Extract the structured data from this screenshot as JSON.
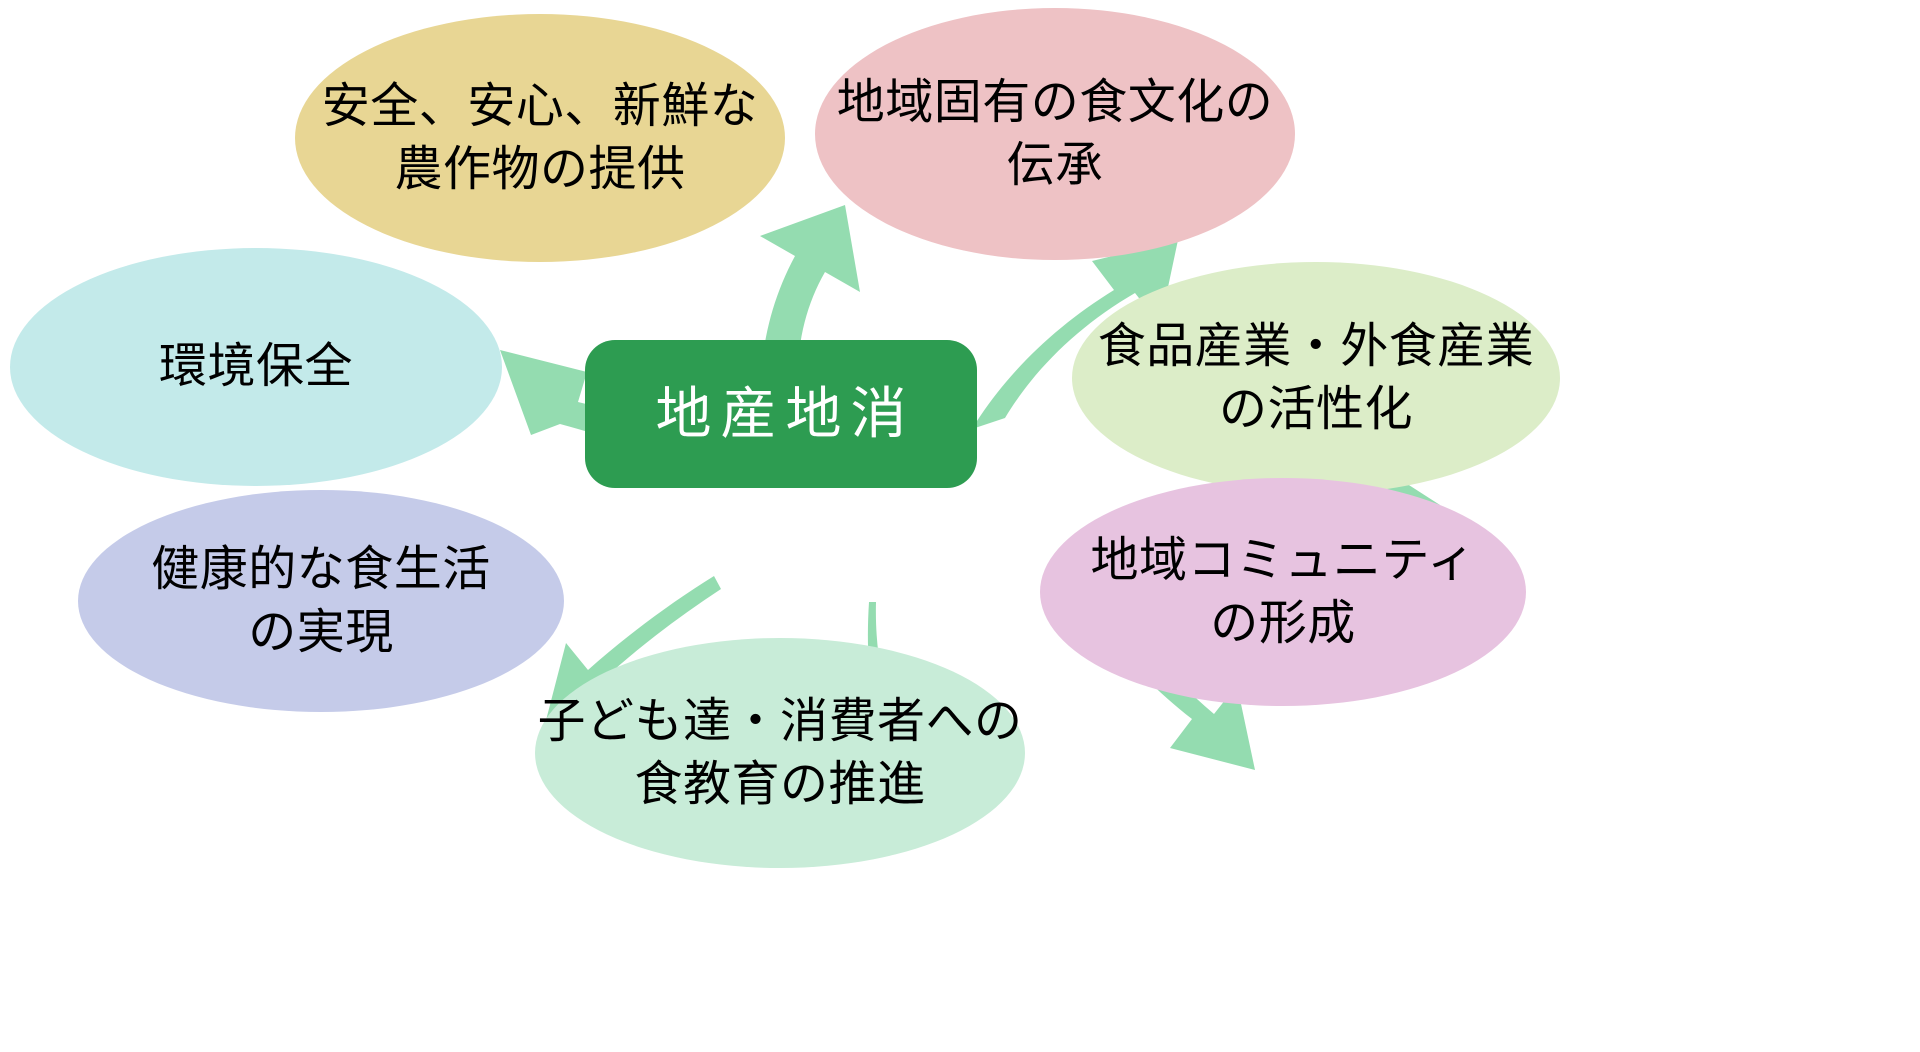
{
  "diagram": {
    "title": "地産地消",
    "center": {
      "label": "地産地消",
      "fill": "#2d9c51",
      "text_color": "#ffffff"
    },
    "arrow_color": "#94dcb0",
    "background": "#ffffff",
    "nodes": [
      {
        "id": "safe-fresh-produce",
        "label": "安全、安心、新鮮な\n農作物の提供",
        "fill": "#e8d694",
        "direction": "up-left"
      },
      {
        "id": "local-food-culture",
        "label": "地域固有の食文化の\n伝承",
        "fill": "#eec2c5",
        "direction": "up-right"
      },
      {
        "id": "food-industry",
        "label": "食品産業・外食産業\nの活性化",
        "fill": "#dcedc8",
        "direction": "right"
      },
      {
        "id": "community-formation",
        "label": "地域コミュニティ\nの形成",
        "fill": "#e7c3e0",
        "direction": "down-right"
      },
      {
        "id": "food-education",
        "label": "子ども達・消費者への\n食教育の推進",
        "fill": "#c8ecd8",
        "direction": "down"
      },
      {
        "id": "healthy-diet",
        "label": "健康的な食生活\nの実現",
        "fill": "#c5cbe9",
        "direction": "down-left"
      },
      {
        "id": "environment",
        "label": "環境保全",
        "fill": "#c3eaea",
        "direction": "left"
      }
    ]
  }
}
